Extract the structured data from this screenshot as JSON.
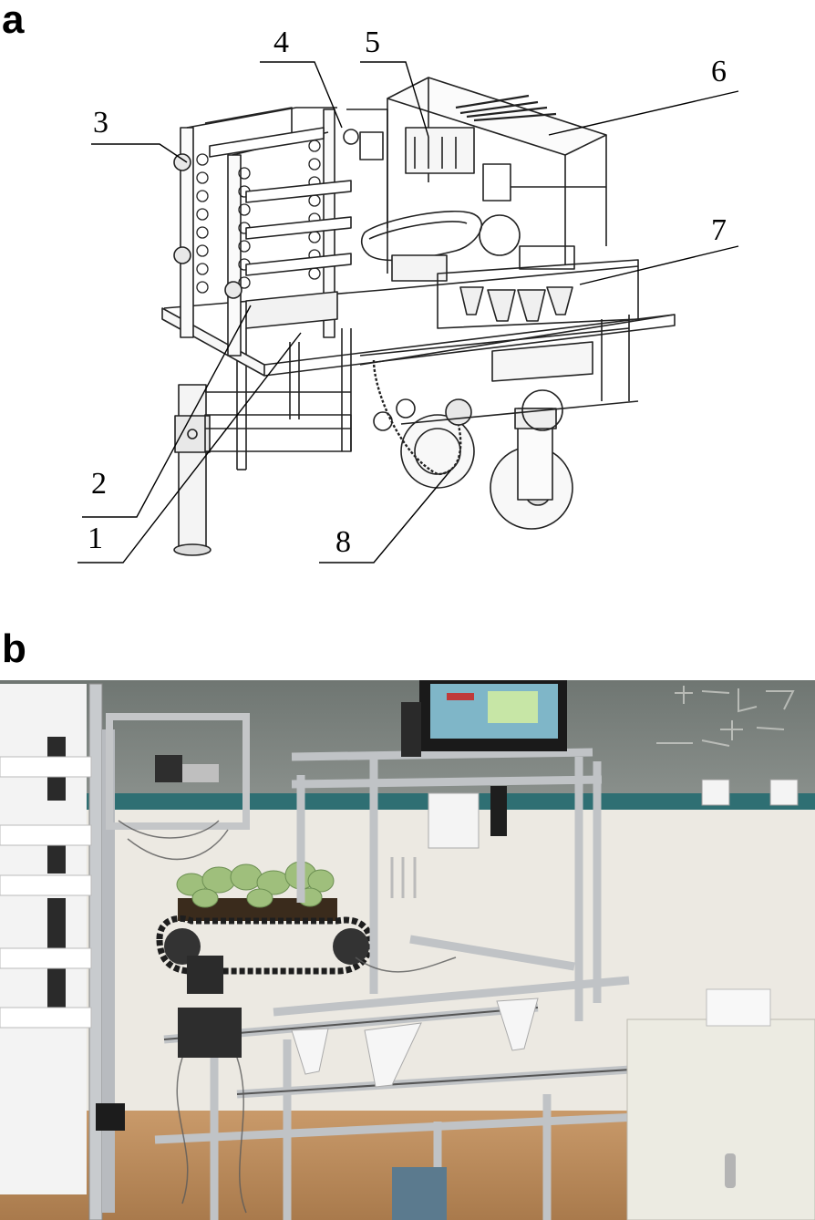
{
  "panels": {
    "a": {
      "letter": "a"
    },
    "b": {
      "letter": "b"
    }
  },
  "callouts": [
    {
      "id": "1",
      "label": "1"
    },
    {
      "id": "2",
      "label": "2"
    },
    {
      "id": "3",
      "label": "3"
    },
    {
      "id": "4",
      "label": "4"
    },
    {
      "id": "5",
      "label": "5"
    },
    {
      "id": "6",
      "label": "6"
    },
    {
      "id": "7",
      "label": "7"
    },
    {
      "id": "8",
      "label": "8"
    }
  ]
}
